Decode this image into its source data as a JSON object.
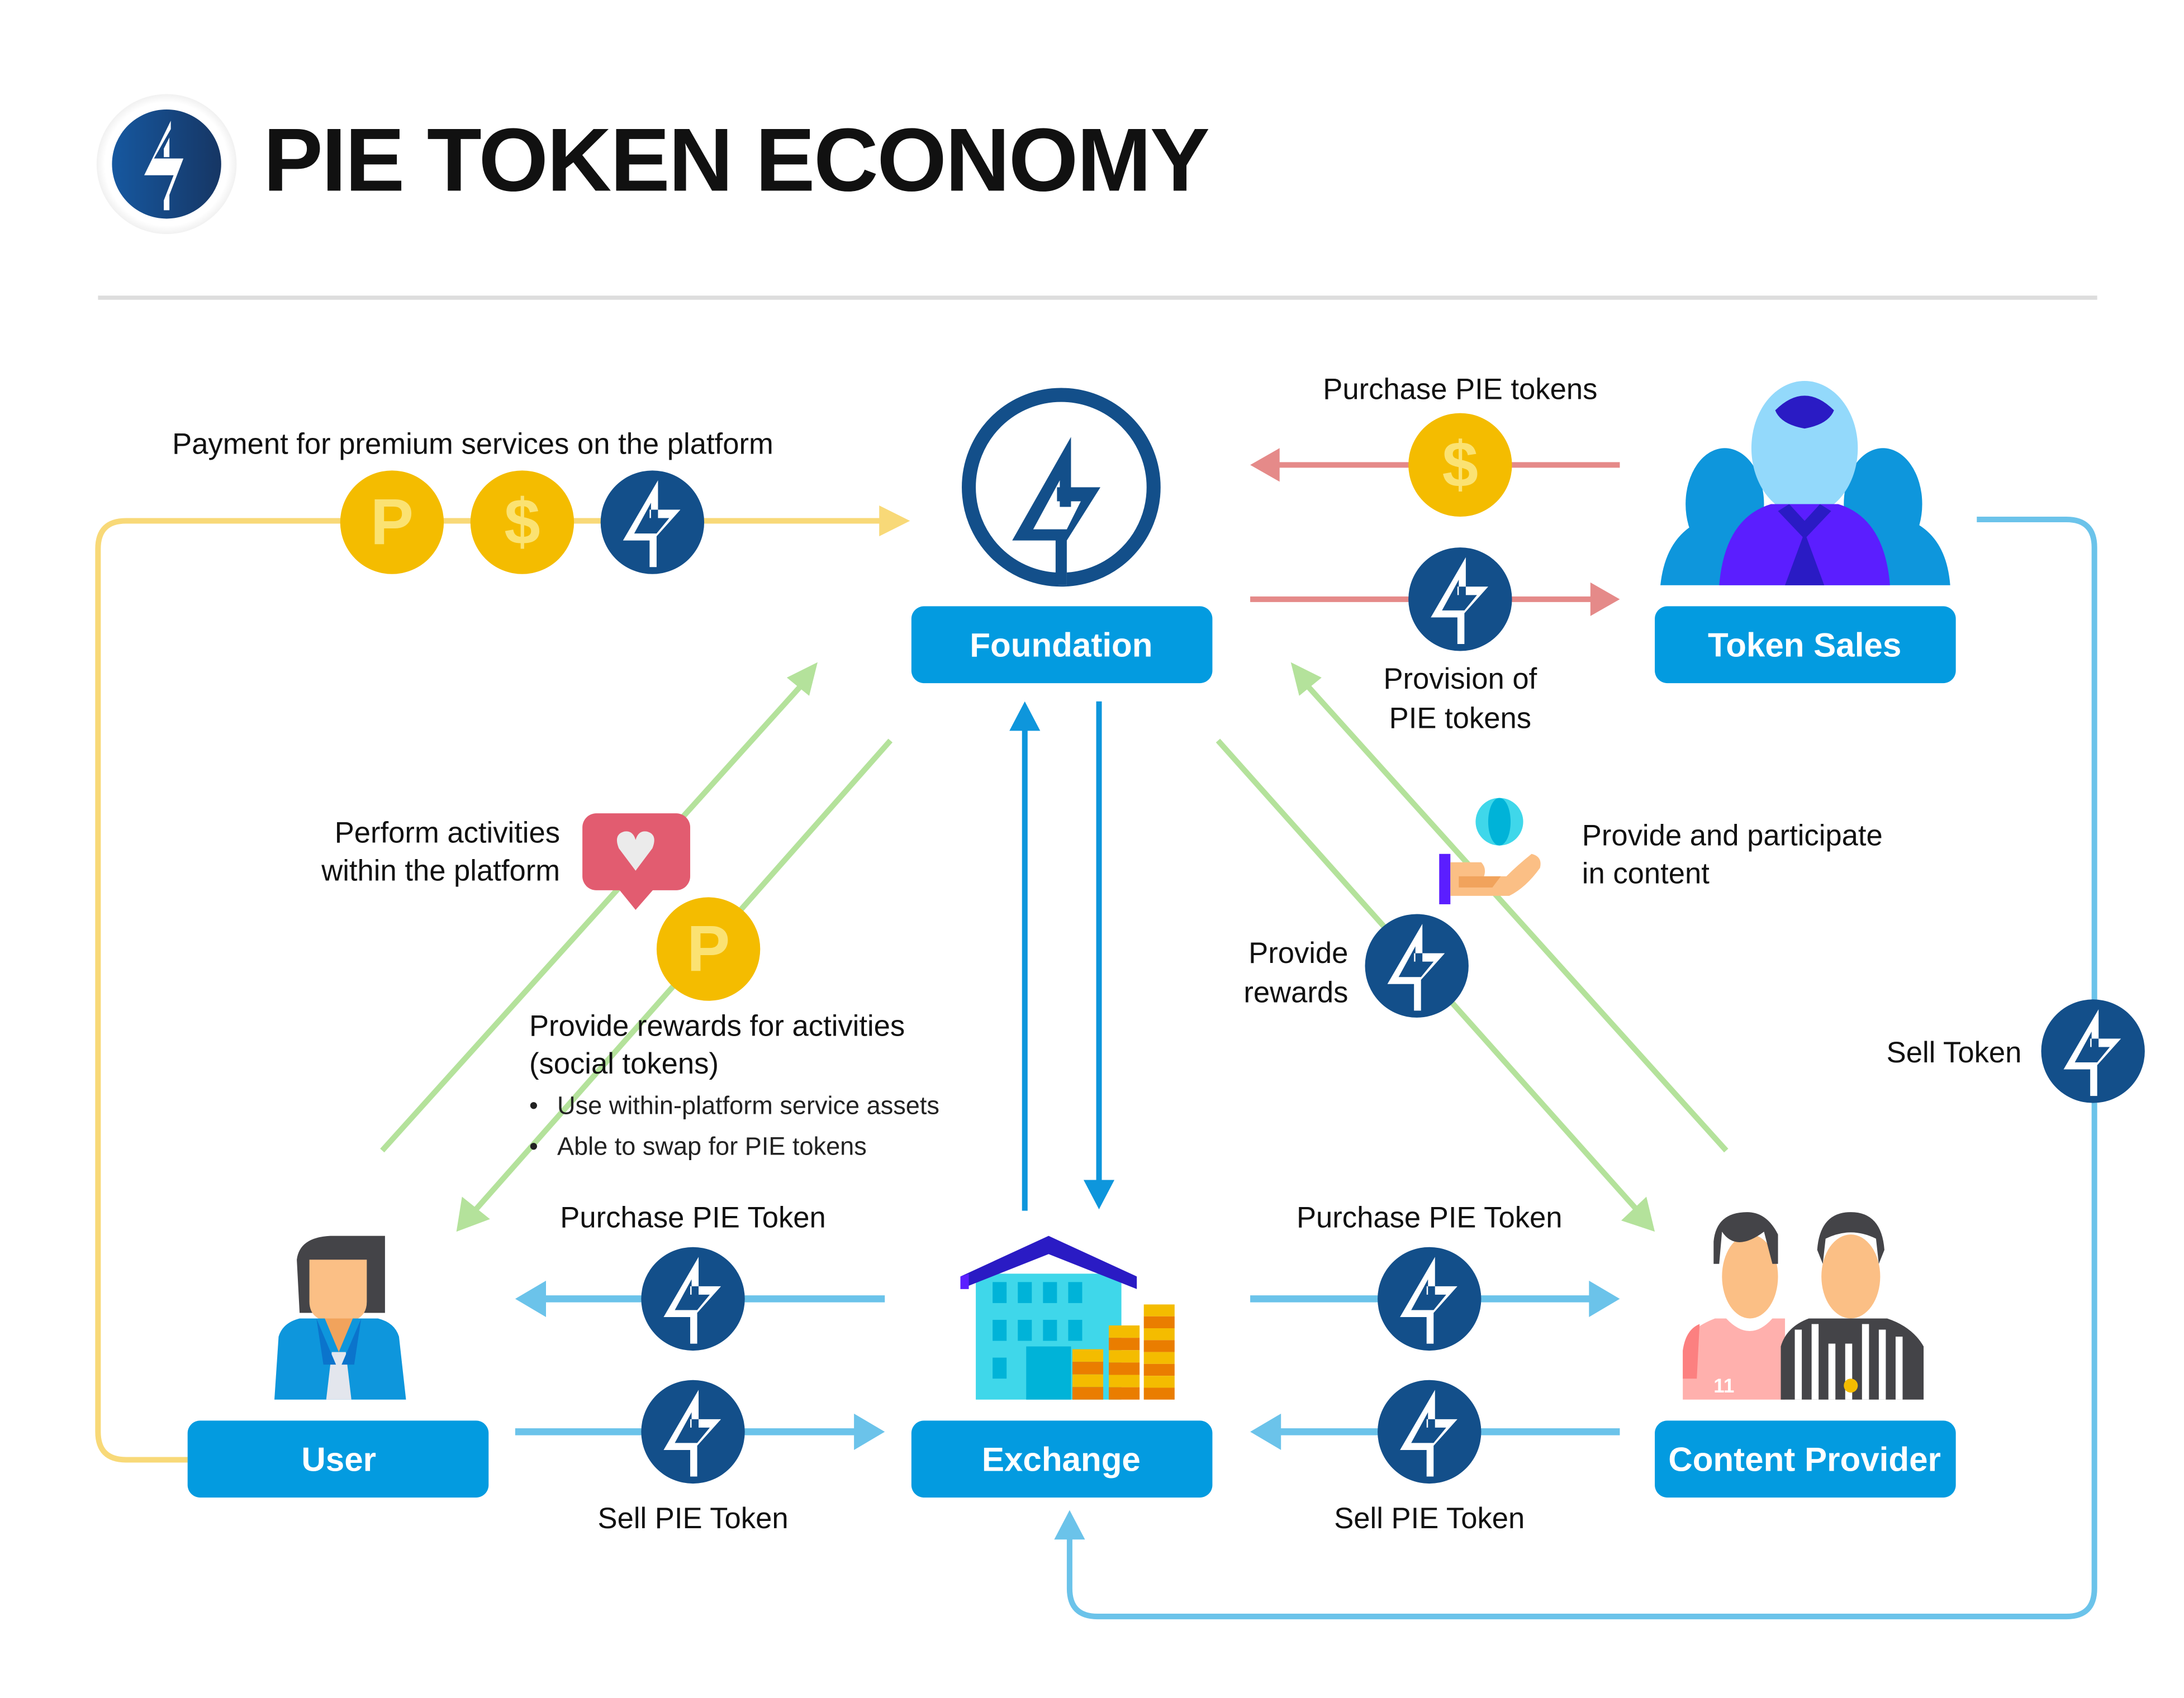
{
  "header": {
    "title": "PIE TOKEN ECONOMY",
    "logo_icon": "pie-token-bolt-icon"
  },
  "colors": {
    "node_box": "#039be0",
    "token_navy": "#134f8a",
    "coin_gold": "#f4bc00",
    "coin_glyph": "#fbe272",
    "arrow_yellow": "#f8d978",
    "arrow_red": "#e58a89",
    "arrow_green": "#b4e29b",
    "arrow_blue_light": "#6bc3ea",
    "arrow_blue": "#0e96dc",
    "divider": "#dddddd"
  },
  "nodes": {
    "foundation": {
      "label": "Foundation",
      "icon": "pie-token-ring-icon"
    },
    "token_sales": {
      "label": "Token Sales",
      "icon": "crowd-icon"
    },
    "user": {
      "label": "User",
      "icon": "person-icon"
    },
    "exchange": {
      "label": "Exchange",
      "icon": "bank-building-coins-icon"
    },
    "content_provider": {
      "label": "Content Provider",
      "icon": "athlete-referee-icon"
    }
  },
  "flows": {
    "payment_premium": {
      "label": "Payment for premium services on the platform",
      "tokens": [
        {
          "icon": "p-coin-icon",
          "glyph": "P"
        },
        {
          "icon": "dollar-coin-icon",
          "glyph": "$"
        },
        {
          "icon": "pie-token-icon",
          "glyph": ""
        }
      ]
    },
    "purchase_pie_tokens": {
      "label": "Purchase PIE tokens",
      "icon": "dollar-coin-icon",
      "glyph": "$"
    },
    "provision_pie_tokens": {
      "label_line1": "Provision of",
      "label_line2": "PIE tokens",
      "icon": "pie-token-icon"
    },
    "perform_activities": {
      "label_line1": "Perform activities",
      "label_line2": "within the platform",
      "icon": "heart-speech-bubble-icon"
    },
    "social_rewards": {
      "label_line1": "Provide rewards for activities",
      "label_line2": "(social tokens)",
      "bullets": [
        "Use within-platform service assets",
        "Able to swap for PIE tokens"
      ],
      "icon": "p-coin-icon",
      "glyph": "P"
    },
    "provide_content": {
      "label_line1": "Provide and participate",
      "label_line2": "in content",
      "icon": "hand-globe-icon"
    },
    "provide_rewards": {
      "label_line1": "Provide",
      "label_line2": "rewards",
      "icon": "pie-token-icon"
    },
    "sell_token": {
      "label": "Sell Token",
      "icon": "pie-token-icon"
    },
    "user_purchase": {
      "label": "Purchase PIE Token",
      "icon": "pie-token-icon"
    },
    "user_sell": {
      "label": "Sell PIE Token",
      "icon": "pie-token-icon"
    },
    "cp_purchase": {
      "label": "Purchase PIE Token",
      "icon": "pie-token-icon"
    },
    "cp_sell": {
      "label": "Sell PIE Token",
      "icon": "pie-token-icon"
    }
  }
}
